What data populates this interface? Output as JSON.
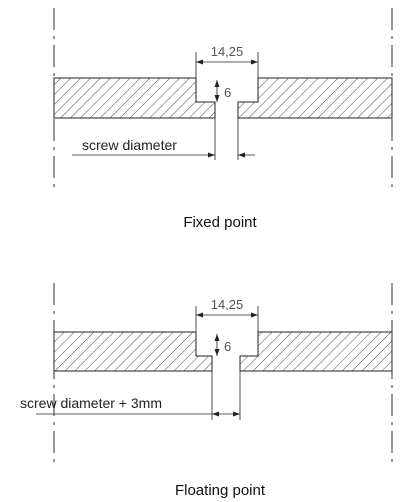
{
  "fixed": {
    "slot_width_label": "14,25",
    "depth_label": "6",
    "hole_note": "screw diameter",
    "caption": "Fixed point"
  },
  "floating": {
    "slot_width_label": "14,25",
    "depth_label": "6",
    "hole_note": "screw diameter + 3mm",
    "caption": "Floating point"
  }
}
